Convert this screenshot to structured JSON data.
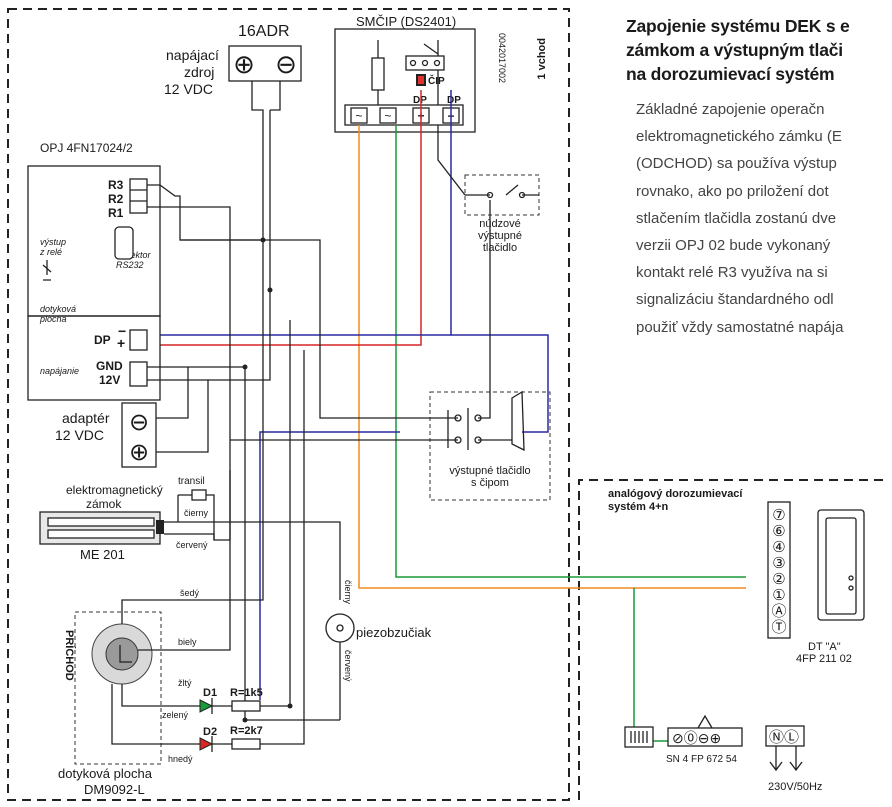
{
  "article": {
    "heading": [
      "Zapojenie systému DEK s e",
      "zámkom a výstupným tlači",
      "na dorozumievací systém"
    ],
    "paragraph": [
      "Základné  zapojenie  operačn",
      "elektromagnetického zámku (E",
      "(ODCHOD) sa používa výstup",
      "rovnako, ako po priložení dot",
      "stlačením tlačidla zostanú dve",
      "verzii OPJ 02 bude vykonaný",
      "kontakt relé R3 využíva na si",
      "signalizáciu štandardného odl",
      "použiť vždy samostatné napája"
    ]
  },
  "diagram": {
    "psu": {
      "model": "16ADR",
      "label_lines": [
        "napájací",
        "zdroj",
        "12 VDC"
      ],
      "plus": "⊕",
      "minus": "⊖"
    },
    "smcip": {
      "title": "SMČIP (DS2401)",
      "serial": "0042017002",
      "side": "1 vchod",
      "chip": "ČIP",
      "dp1": "DP",
      "dp2": "DP",
      "terminals": [
        "~",
        "~",
        "+",
        "−"
      ]
    },
    "opj": {
      "title": "OPJ 4FN17024/2",
      "relay_label": [
        "výstup",
        "z relé"
      ],
      "relays": [
        "R3",
        "R2",
        "R1"
      ],
      "connector": [
        "konektor",
        "RS232"
      ],
      "touch": [
        "dotyková",
        "plocha"
      ],
      "dp": "DP",
      "dp_minus": "−",
      "dp_plus": "+",
      "power": "napájanie",
      "gnd": "GND",
      "v12": "12V"
    },
    "emergency": {
      "lines": [
        "núdzové",
        "výstupné",
        "tlačidlo"
      ]
    },
    "exit_button": {
      "lines": [
        "výstupné tlačidlo",
        "s čipom"
      ]
    },
    "adapter": {
      "lines": [
        "adaptér",
        "12 VDC"
      ],
      "minus": "⊖",
      "plus": "⊕"
    },
    "lock": {
      "lines": [
        "elektromagnetický",
        "zámok"
      ],
      "model": "ME 201",
      "transil": "transil",
      "black": "čierny",
      "red": "červený"
    },
    "wires": {
      "grey": "šedý",
      "white": "biely",
      "yellow": "žltý",
      "green": "zelený",
      "brown": "hnedý",
      "black": "čierny",
      "red": "červený"
    },
    "piezo": {
      "label": "piezobzučiak"
    },
    "arrival": {
      "label": "PRÍCHOD",
      "lines": [
        "dotyková plocha",
        "DM9092-L"
      ]
    },
    "leds": {
      "d1": "D1",
      "d2": "D2",
      "r1": "R=1k5",
      "r2": "R=2k7"
    },
    "intercom": {
      "title": [
        "analógový dorozumievací",
        "systém 4+n"
      ],
      "terminals": [
        "⑦",
        "⑥",
        "④",
        "③",
        "②",
        "①",
        "Ⓐ",
        "Ⓣ"
      ],
      "handset": [
        "DT \"A\"",
        "4FP 211 02"
      ],
      "supply": "SN 4 FP 672 54",
      "supply_glyphs": "⊘⓪⊖⊕",
      "mains": "230V/50Hz",
      "mains_glyphs": "ⓃⓁ"
    }
  }
}
